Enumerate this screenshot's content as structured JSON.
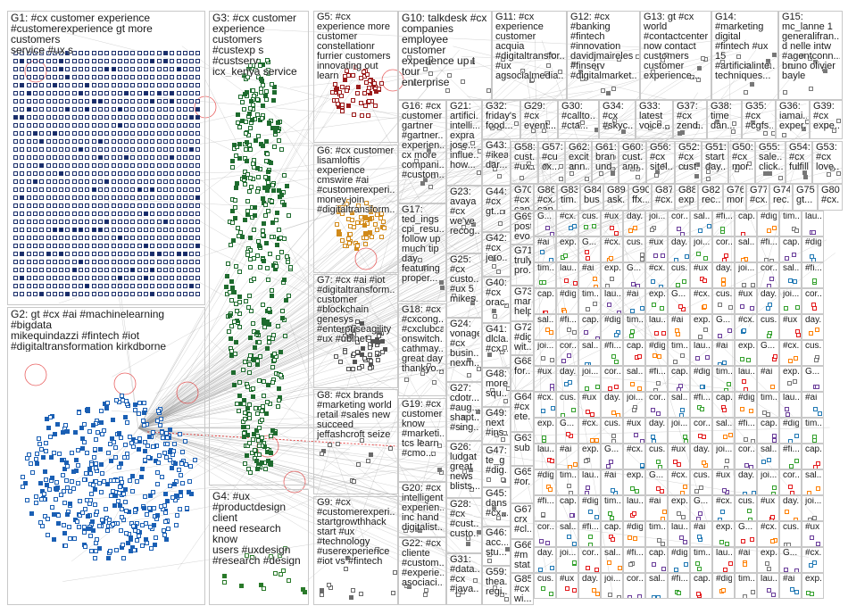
{
  "colors": {
    "box_border": "#c8c8c8",
    "edge": "#9a9a9a",
    "node_border": "#1b2f6b",
    "highlight_edge": "#e02020"
  },
  "groups": [
    {
      "id": "G1",
      "label": "G1: #cx customer experience\n#customerexperience gt more customers\nservice #ux s",
      "color": "#1b2f6b",
      "density": "dense"
    },
    {
      "id": "G2",
      "label": "G2: gt #cx #ai #machinelearning #bigdata\nmikequindazzi #fintech #iot\n#digitaltransformation kirkdborne",
      "color": "#1a5fb4",
      "density": "cluster"
    },
    {
      "id": "G3",
      "label": "G3: #cx customer\nexperience customers\n#custexp s #custserv\nicx_kenya service",
      "color": "#1e6b2e",
      "density": "column"
    },
    {
      "id": "G4",
      "label": "G4: #ux\n#productdesign client\nneed research know\nusers #uxdesign\n#research #design",
      "color": "#2a7a2a",
      "density": "sparse"
    },
    {
      "id": "G5",
      "label": "G5: #cx\nexperience more\ncustomer\nconstellationr\nfurrier customers\ninnovating out\nlearn",
      "color": "#9b1b1b",
      "density": "cluster"
    },
    {
      "id": "G6",
      "label": "G6: #cx customer\nlisamloftis\nexperience\ncmswire #ai\n#customerexperi...\nmoney join\n#digitaltransform...",
      "color": "#d18a1a",
      "density": "cluster"
    },
    {
      "id": "G7",
      "label": "G7: #cx #ai #iot\n#digitaltransform...\ncustomer\n#blockchain\ngenesys\n#enterpriseagility\n#ux #ubinet",
      "color": "#555555",
      "density": "cluster"
    },
    {
      "id": "G8",
      "label": "G8: #cx brands\n#marketing world\nretail #sales new\nsucceed\njeffashcroft seize",
      "color": "#6a6a6a",
      "density": "sparse"
    },
    {
      "id": "G9",
      "label": "G9: #cx\n#customerexperi...\nstartgrowthhack\nstart #ux\n#technology\n#userexperience\n#iot vs #fintech",
      "color": "#6a6a6a",
      "density": "sparse"
    },
    {
      "id": "G10",
      "label": "G10: talkdesk #cx\ncompanies\nemployee customer\nexperience up t tour\nenterprise",
      "color": "#777777",
      "density": "sparse"
    },
    {
      "id": "G11",
      "label": "G11: #cx\nexperience\ncustomer\nacquia\n#digitaltransfor...\n#ux\nagsocialmedia...",
      "color": "#777777",
      "density": "sparse"
    },
    {
      "id": "G12",
      "label": "G12: #cx\n#banking\n#fintech\n#innovation\ndavidjmaireles\n#finserv\n#digitalmarket...",
      "color": "#777777",
      "density": "sparse"
    },
    {
      "id": "G13",
      "label": "G13: gt #cx\nworld\n#contactcenter\nnow contact\ncustomers\ncustomer\nexperience...",
      "color": "#777777",
      "density": "sparse"
    },
    {
      "id": "G14",
      "label": "G14: #marketing\ndigital\n#fintech #ux\n15\n#artificialinte...\ntechniques...",
      "color": "#777777",
      "density": "sparse"
    },
    {
      "id": "G15",
      "label": "G15:\nmc_lanne 1\ngeneralifran...\nd nelle intw\n#agentconn...\nbruno olivier\nbayle",
      "color": "#777777",
      "density": "sparse"
    },
    {
      "id": "G16",
      "label": "G16: #cx\ncustomer\ngartner\n#gartner...\nexperien...\ncx more\ncompani...\n#custom...",
      "color": "#777777",
      "density": "sparse"
    },
    {
      "id": "G17",
      "label": "G17:\nted_ings\ncpi_resu...\nfollow up\nmuch tip\nday\nfeaturing\nproper...",
      "color": "#777777",
      "density": "sparse"
    },
    {
      "id": "G18",
      "label": "G18: #cx\n#cxcong...\n#cxclubca\nonswitch...\ncathmay...\ngreat day\nthankyo...",
      "color": "#777777",
      "density": "sparse"
    },
    {
      "id": "G19",
      "label": "G19: #cx\ncustomer\nknow\n#marketi...\ntcs learn\n#cmo...",
      "color": "#777777",
      "density": "sparse"
    },
    {
      "id": "G20",
      "label": "G20: #cx\nintelligent\nexperien...\ninc hand\ndigitalist...",
      "color": "#777777",
      "density": "sparse"
    },
    {
      "id": "G21",
      "label": "G21:\nartifici...\nintelli...\nexpra\njose...\ninfluе...\nhow...",
      "color": "#777777",
      "density": "sparse"
    },
    {
      "id": "G22",
      "label": "G22: #cx\ncliente\n#custom...\n#experie...\nasociaci...",
      "color": "#777777",
      "density": "sparse"
    },
    {
      "id": "G23",
      "label": "G23:\navaya\n#cx\nwe've\nrecog...",
      "color": "#777777",
      "density": "sparse"
    },
    {
      "id": "G24",
      "label": "G24:\nvonage\n#cx\nbusin...\nnexm...",
      "color": "#777777",
      "density": "sparse"
    },
    {
      "id": "G25",
      "label": "G25:\n#cx\ncusto...\n#ux 5\nmikes...",
      "color": "#777777",
      "density": "sparse"
    },
    {
      "id": "G26",
      "label": "G26:\nludgat\ngreat\nnews\nblists...",
      "color": "#777777",
      "density": "sparse"
    },
    {
      "id": "G27",
      "label": "G27:\ncdotr...\n#aug...\nshapt...\n#sing...",
      "color": "#777777",
      "density": "sparse"
    },
    {
      "id": "G28",
      "label": "G28:\n#cx\n#cust...\ncusto...",
      "color": "#777777",
      "density": "sparse"
    },
    {
      "id": "G29",
      "label": "G29:\n#cx\nevent...",
      "color": "#777777",
      "density": "sparse"
    },
    {
      "id": "G30",
      "label": "G30:\n#callto...\n#cta...",
      "color": "#777777",
      "density": "sparse"
    },
    {
      "id": "G31",
      "label": "G31:\n#data...\n#cx\n#java...",
      "color": "#777777",
      "density": "sparse"
    },
    {
      "id": "G32",
      "label": "G32:\nfriday's\nfood...",
      "color": "#777777",
      "density": "sparse"
    },
    {
      "id": "G33",
      "label": "G33:\nlatest\nvoice...",
      "color": "#777777",
      "density": "sparse"
    },
    {
      "id": "G34",
      "label": "G34:\n#cx\n#skyc...",
      "color": "#777777",
      "density": "sparse"
    },
    {
      "id": "G35",
      "label": "G35:\n#cx\n#cgfs...",
      "color": "#777777",
      "density": "sparse"
    },
    {
      "id": "G36",
      "label": "G36:\niamai...\nexper...",
      "color": "#777777",
      "density": "sparse"
    },
    {
      "id": "G37",
      "label": "G37:\n#cx\nzend...",
      "color": "#777777",
      "density": "sparse"
    },
    {
      "id": "G38",
      "label": "G38:\ntime\ndan...",
      "color": "#777777",
      "density": "sparse"
    },
    {
      "id": "G39",
      "label": "G39:\n#cx\nexpe...",
      "color": "#777777",
      "density": "sparse"
    },
    {
      "id": "G40",
      "label": "G40:\n#cx\norac...",
      "color": "#777777",
      "density": "sparse"
    },
    {
      "id": "G41",
      "label": "G41:\ndlcla...\n#cx...",
      "color": "#777777",
      "density": "sparse"
    },
    {
      "id": "G42",
      "label": "G42:\n#cx\njero...",
      "color": "#777777",
      "density": "sparse"
    },
    {
      "id": "G43",
      "label": "G43:\n#ikea\ndar...",
      "color": "#777777",
      "density": "sparse"
    },
    {
      "id": "G44",
      "label": "G44:\n#cx\ngt...",
      "color": "#777777",
      "density": "sparse"
    },
    {
      "id": "G45",
      "label": "G45:\ndans\n#cx...",
      "color": "#777777",
      "density": "sparse"
    },
    {
      "id": "G46",
      "label": "G46:\nacc...\nstu...",
      "color": "#777777",
      "density": "sparse"
    },
    {
      "id": "G47",
      "label": "G47:\nte_g\n#dig...",
      "color": "#777777",
      "density": "sparse"
    },
    {
      "id": "G48",
      "label": "G48:\nmore\nsqu...",
      "color": "#777777",
      "density": "sparse"
    },
    {
      "id": "G49",
      "label": "G49:\nnext\n#ins...",
      "color": "#777777",
      "density": "sparse"
    },
    {
      "id": "G50",
      "label": "G50:\n#cx\nmor...",
      "color": "#777777",
      "density": "sparse"
    },
    {
      "id": "G51",
      "label": "G51:\nstart\nday...",
      "color": "#777777",
      "density": "sparse"
    },
    {
      "id": "G52",
      "label": "G52:\n#cx\ncust...",
      "color": "#777777",
      "density": "sparse"
    },
    {
      "id": "G53",
      "label": "G53:\n#cx\nlove...",
      "color": "#777777",
      "density": "sparse"
    },
    {
      "id": "G54",
      "label": "G54:\n#cx\nfulfill...",
      "color": "#777777",
      "density": "sparse"
    },
    {
      "id": "G55",
      "label": "G55:\nsale...\nclick...",
      "color": "#777777",
      "density": "sparse"
    },
    {
      "id": "G56",
      "label": "G56:\n#cx\nsitel...",
      "color": "#777777",
      "density": "sparse"
    },
    {
      "id": "G57",
      "label": "G57:\n#cu\ncx...",
      "color": "#777777",
      "density": "sparse"
    },
    {
      "id": "G58",
      "label": "G58:\ncust...\n#ux...",
      "color": "#777777",
      "density": "sparse"
    },
    {
      "id": "G59",
      "label": "G59:\nthea...\nregi...",
      "color": "#777777",
      "density": "sparse"
    },
    {
      "id": "G60",
      "label": "G60:\ncust...\nann...",
      "color": "#777777",
      "density": "sparse"
    },
    {
      "id": "G61",
      "label": "G61:\nbrand\nund...",
      "color": "#777777",
      "density": "sparse"
    },
    {
      "id": "G62",
      "label": "G62:\nexcit...\nann...",
      "color": "#777777",
      "density": "sparse"
    }
  ],
  "small_groups": [
    {
      "label": "G70:\n#cx\ncap..."
    },
    {
      "label": "G86:\n#cx...\ncap..."
    },
    {
      "label": "G83:\ntim..."
    },
    {
      "label": "G84:\nbus..."
    },
    {
      "label": "G89:\nask..."
    },
    {
      "label": "G90:\nffx..."
    },
    {
      "label": "G87:\n#cx..."
    },
    {
      "label": "G88:\nexp..."
    },
    {
      "label": "G82:\nrec..."
    },
    {
      "label": "G76:\nmor..."
    },
    {
      "label": "G77:\n#cx..."
    },
    {
      "label": "G74:\nrec..."
    },
    {
      "label": "G75:\ngt..."
    },
    {
      "label": "G80:\n#cx..."
    },
    {
      "label": "G69:\npost\nevo..."
    },
    {
      "label": "G71:\ntruly\npro..."
    },
    {
      "label": "G73:\nmar...\nhelp..."
    },
    {
      "label": "G72:\n#dig...\nwit..."
    },
    {
      "label": "G68:\nfor..."
    },
    {
      "label": "G64:\n#cx\nete..."
    },
    {
      "label": "G63:\nsub..."
    },
    {
      "label": "G65:\n#or..."
    },
    {
      "label": "G67:\ncrx\n#cl..."
    },
    {
      "label": "G66:\n#m\nstat..."
    },
    {
      "label": "G85:\n#cx\nwi..."
    }
  ],
  "grid_label_prefixes": [
    "G...",
    "#cx...",
    "cus...",
    "#ux",
    "day...",
    "joi...",
    "cor...",
    "sal...",
    "#fi...",
    "cap...",
    "#dig...",
    "tim...",
    "lau...",
    "#ai",
    "exp..."
  ]
}
